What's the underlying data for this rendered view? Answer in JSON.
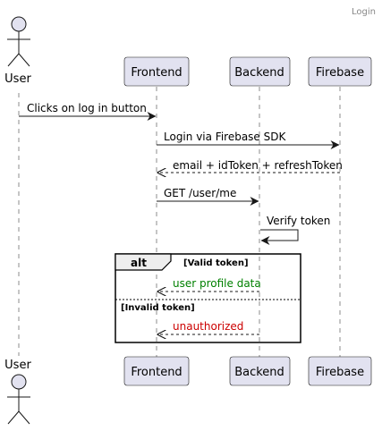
{
  "header": {
    "title": "Login"
  },
  "participants": {
    "user": {
      "label": "User",
      "kind": "actor"
    },
    "frontend": {
      "label": "Frontend",
      "kind": "participant"
    },
    "backend": {
      "label": "Backend",
      "kind": "participant"
    },
    "firebase": {
      "label": "Firebase",
      "kind": "participant"
    }
  },
  "messages": [
    {
      "from": "user",
      "to": "frontend",
      "label": "Clicks on log in button",
      "style": "solid"
    },
    {
      "from": "frontend",
      "to": "firebase",
      "label": "Login via Firebase SDK",
      "style": "solid"
    },
    {
      "from": "firebase",
      "to": "frontend",
      "label": "email + idToken + refreshToken",
      "style": "dashed"
    },
    {
      "from": "frontend",
      "to": "backend",
      "label": "GET /user/me",
      "style": "solid"
    },
    {
      "from": "backend",
      "to": "backend",
      "label": "Verify token",
      "style": "self"
    }
  ],
  "alt_fragment": {
    "keyword": "alt",
    "branches": [
      {
        "guard": "[Valid token]",
        "message": {
          "from": "backend",
          "to": "frontend",
          "label": "user profile data",
          "style": "dashed",
          "color": "#008000"
        }
      },
      {
        "guard": "[Invalid token]",
        "message": {
          "from": "backend",
          "to": "frontend",
          "label": "unauthorized",
          "style": "dashed",
          "color": "#cc0000"
        }
      }
    ]
  },
  "colors": {
    "participant_fill": "#e2e2f0",
    "participant_border": "#181818",
    "lifeline": "#181818",
    "text": "#000000",
    "title_text": "#888888",
    "fragment_fill": "#eeeeee"
  }
}
